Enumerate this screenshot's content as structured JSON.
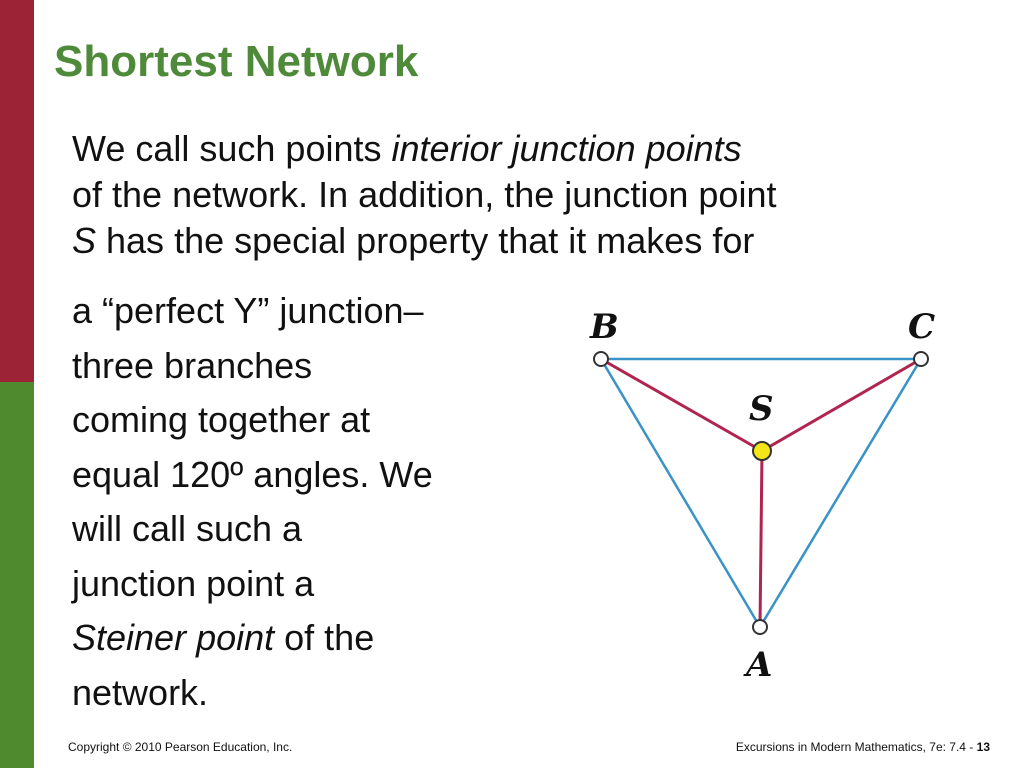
{
  "slide": {
    "title": "Shortest Network",
    "paragraph": {
      "s1": "We call such points ",
      "s1_italic": "interior junction points",
      "s2": "of the network. In addition, the junction point",
      "s3_italic": "S",
      "s3": " has the special property that it makes for"
    },
    "column": {
      "l1": "a “perfect Y” junction–",
      "l2": "three branches",
      "l3": "coming together at",
      "l4": "equal 120º angles. We",
      "l5": "will call such a",
      "l6": "junction point a",
      "l7_italic": "Steiner point",
      "l7": " of the",
      "l8": "network."
    },
    "diagram": {
      "vertex_b": "B",
      "vertex_c": "C",
      "vertex_a": "A",
      "steiner": "S"
    },
    "footer": {
      "copyright": "Copyright © 2010 Pearson Education, Inc.",
      "source": "Excursions in Modern Mathematics, 7e: 7.4 - ",
      "page": "13"
    }
  },
  "colors": {
    "bar_top": "#9b2335",
    "bar_bottom": "#4f8a2f",
    "title": "#4f8a3a",
    "triangle_edge": "#3a93c6",
    "network_edge": "#b0254f",
    "steiner_fill": "#f5e61a"
  }
}
